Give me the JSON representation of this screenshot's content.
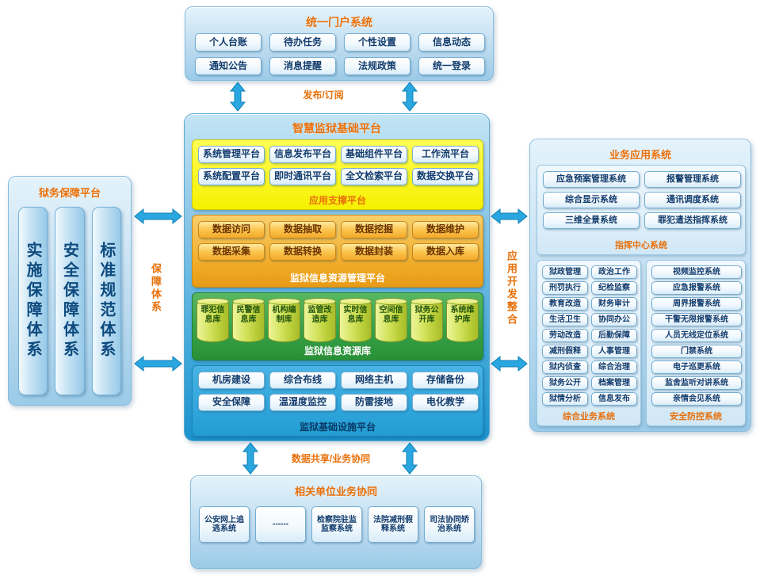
{
  "colors": {
    "accent_orange": "#e8700a",
    "arrow_blue": "#2aa7e0"
  },
  "labels": {
    "publish": "发布/订阅",
    "support_system": "保障体系",
    "app_integration": "应用开发整合",
    "data_share": "数据共享/业务协同"
  },
  "portal": {
    "title": "统一门户系统",
    "items": [
      "个人台账",
      "待办任务",
      "个性设置",
      "信息动态",
      "通知公告",
      "消息提醒",
      "法规政策",
      "统一登录"
    ]
  },
  "platform": {
    "title": "智慧监狱基础平台",
    "app_support": {
      "title": "应用支撑平台",
      "items": [
        "系统管理平台",
        "信息发布平台",
        "基础组件平台",
        "工作流平台",
        "系统配置平台",
        "即时通讯平台",
        "全文检索平台",
        "数据交换平台"
      ]
    },
    "resource_mgmt": {
      "title": "监狱信息资源管理平台",
      "items": [
        "数据访问",
        "数据抽取",
        "数据挖掘",
        "数据维护",
        "数据采集",
        "数据转换",
        "数据封装",
        "数据入库"
      ]
    },
    "resource_db": {
      "title": "监狱信息资源库",
      "items": [
        "罪犯信息库",
        "民警信息库",
        "机构编制库",
        "监管改造库",
        "实时信息库",
        "空间信息库",
        "狱务公开库",
        "系统维护库"
      ]
    },
    "infrastructure": {
      "title": "监狱基础设施平台",
      "items": [
        "机房建设",
        "综合布线",
        "网络主机",
        "存储备份",
        "安全保障",
        "温湿度监控",
        "防雷接地",
        "电化教学"
      ]
    }
  },
  "guarantee": {
    "title": "狱务保障平台",
    "pillars": [
      "实施保障体系",
      "安全保障体系",
      "标准规范体系"
    ]
  },
  "business": {
    "title": "业务应用系统",
    "command": {
      "title": "指挥中心系统",
      "items": [
        "应急预案管理系统",
        "报警管理系统",
        "综合显示系统",
        "通讯调度系统",
        "三维全景系统",
        "罪犯遣送指挥系统"
      ]
    },
    "comprehensive": {
      "title": "综合业务系统",
      "items": [
        "狱政管理",
        "政治工作",
        "刑罚执行",
        "纪检监察",
        "教育改造",
        "财务审计",
        "生活卫生",
        "协同办公",
        "劳动改造",
        "后勤保障",
        "减刑假释",
        "人事管理",
        "狱内侦查",
        "综合治理",
        "狱务公开",
        "档案管理",
        "狱情分析",
        "信息发布"
      ]
    },
    "security": {
      "title": "安全防控系统",
      "items": [
        "视频监控系统",
        "应急报警系统",
        "周界报警系统",
        "干警无限报警系统",
        "人员无线定位系统",
        "门禁系统",
        "电子巡更系统",
        "监舍监听对讲系统",
        "亲情会见系统"
      ]
    }
  },
  "collaboration": {
    "title": "相关单位业务协同",
    "items": [
      "公安网上追逃系统",
      "------",
      "检察院驻监监察系统",
      "法院减刑假释系统",
      "司法协同矫治系统"
    ]
  }
}
